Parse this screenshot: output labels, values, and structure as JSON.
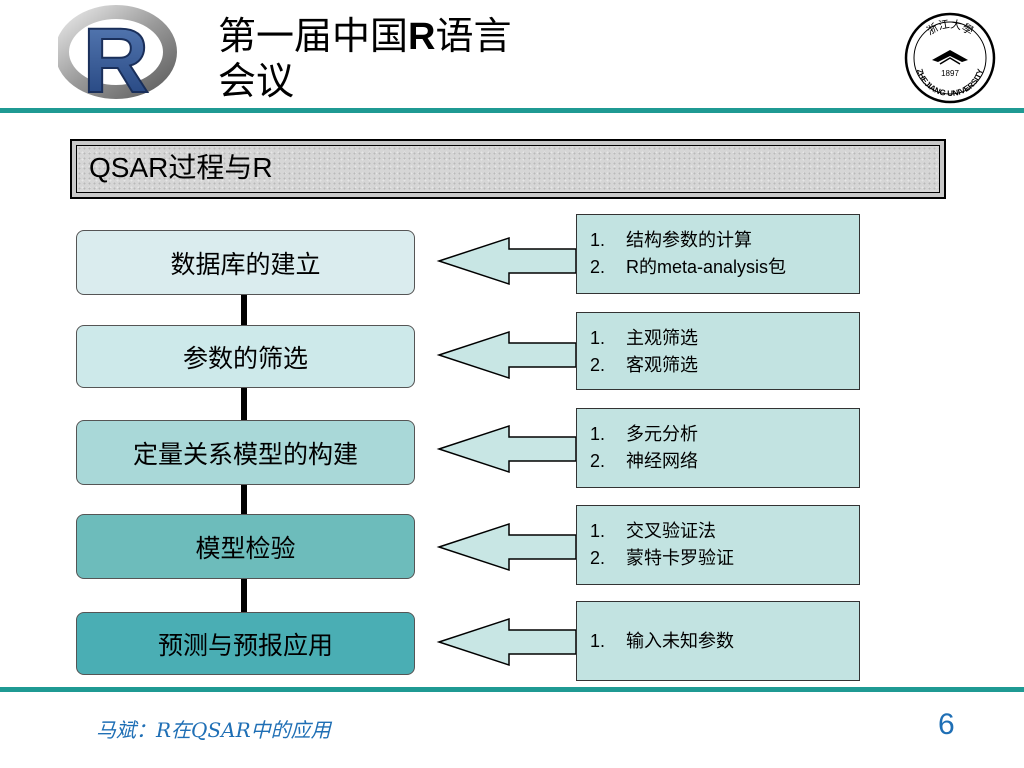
{
  "header": {
    "title_part1": "第一届中国",
    "title_bold": "R",
    "title_part2": "语言",
    "title_line2": "会议",
    "logo_icon": "r-logo-icon",
    "seal_icon": "zhejiang-university-seal-icon",
    "seal_text_top": "浙江大學",
    "seal_text_bottom": "ZHEJIANG UNIVERSITY",
    "seal_year": "1897"
  },
  "section": {
    "title": "QSAR过程与R"
  },
  "steps": [
    {
      "label": "数据库的建立",
      "fill": "#daecee"
    },
    {
      "label": "参数的筛选",
      "fill": "#cde9ea"
    },
    {
      "label": "定量关系模型的构建",
      "fill": "#a9d8d8"
    },
    {
      "label": "模型检验",
      "fill": "#6dbcbb"
    },
    {
      "label": "预测与预报应用",
      "fill": "#4aaeb4"
    }
  ],
  "details": [
    {
      "items": [
        {
          "num": "1.",
          "text": "结构参数的计算"
        },
        {
          "num": "2.",
          "text": "R的meta-analysis包"
        }
      ]
    },
    {
      "items": [
        {
          "num": "1.",
          "text": "主观筛选"
        },
        {
          "num": "2.",
          "text": "客观筛选"
        }
      ]
    },
    {
      "items": [
        {
          "num": "1.",
          "text": "多元分析"
        },
        {
          "num": "2.",
          "text": "神经网络"
        }
      ]
    },
    {
      "items": [
        {
          "num": "1.",
          "text": "交叉验证法"
        },
        {
          "num": "2.",
          "text": "蒙特卡罗验证"
        }
      ]
    },
    {
      "items": [
        {
          "num": "1.",
          "text": "输入未知参数"
        }
      ]
    }
  ],
  "colors": {
    "accent_rule": "#1f9a93",
    "detail_fill": "#c2e3e1",
    "arrow_fill": "#c8e6e4",
    "footer_text": "#1f6fb5"
  },
  "footer": {
    "author": "马斌：R在QSAR中的应用",
    "page": "6"
  }
}
